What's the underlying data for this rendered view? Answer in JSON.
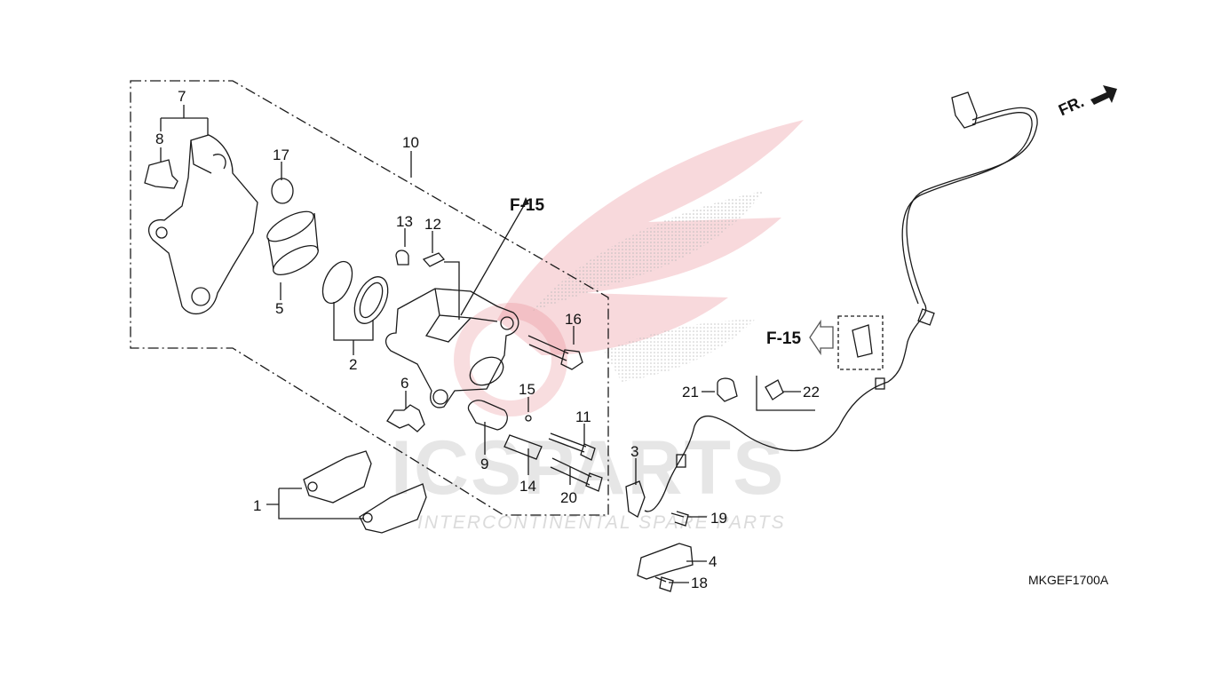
{
  "diagram": {
    "part_code": "MKGEF1700A",
    "direction_label": "FR.",
    "ref_labels": {
      "top": "F-15",
      "right": "F-15"
    },
    "watermark": {
      "main": "ICSPARTS",
      "sub": "INTERCONTINENTAL SPARE PARTS"
    },
    "callouts": [
      "1",
      "2",
      "3",
      "4",
      "5",
      "6",
      "7",
      "8",
      "9",
      "10",
      "11",
      "12",
      "13",
      "14",
      "15",
      "16",
      "17",
      "18",
      "19",
      "20",
      "21",
      "22"
    ],
    "colors": {
      "line": "#1a1a1a",
      "watermark_red": "#e5a5aa",
      "watermark_gray": "#d4d4d4"
    }
  }
}
